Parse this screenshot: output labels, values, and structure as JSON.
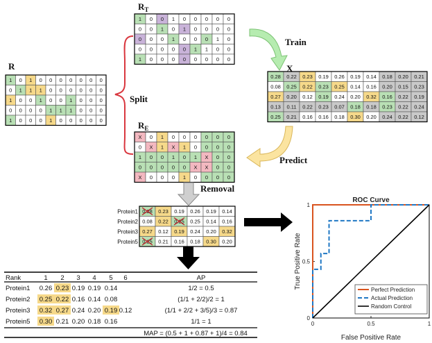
{
  "labels": {
    "r": "R",
    "rt": "R",
    "rt_sub": "T",
    "re": "R",
    "re_sub": "E",
    "x": "X",
    "split": "Split",
    "train": "Train",
    "predict": "Predict",
    "removal": "Removal"
  },
  "colors": {
    "green": "#b9e0b5",
    "purple": "#c9b3d9",
    "yellow": "#f6d98a",
    "pink": "#f3b8c0",
    "gray": "#c9c9c9",
    "red_brace": "#d9363e",
    "green_arrow": "#b6ecb0",
    "yellow_arrow": "#fbe4a0",
    "gray_arrow": "#cfcfcf",
    "roc_perfect": "#d9531e",
    "roc_actual": "#1f77c4",
    "roc_random": "#000000"
  },
  "matrix_r": {
    "rows": [
      [
        "1",
        "0",
        "1",
        "0",
        "0",
        "0",
        "0",
        "0",
        "0",
        "0"
      ],
      [
        "0",
        "1",
        "1",
        "1",
        "0",
        "0",
        "0",
        "0",
        "0",
        "0"
      ],
      [
        "1",
        "0",
        "0",
        "1",
        "0",
        "0",
        "1",
        "0",
        "0",
        "0"
      ],
      [
        "0",
        "0",
        "0",
        "0",
        "1",
        "1",
        "1",
        "0",
        "0",
        "0"
      ],
      [
        "1",
        "0",
        "0",
        "0",
        "1",
        "0",
        "0",
        "0",
        "0",
        "0"
      ]
    ],
    "colors": [
      [
        "g",
        "",
        "y",
        "",
        "",
        "",
        "",
        "",
        "",
        ""
      ],
      [
        "",
        "g",
        "y",
        "y",
        "",
        "",
        "",
        "",
        "",
        ""
      ],
      [
        "y",
        "",
        "",
        "g",
        "",
        "",
        "g",
        "",
        "",
        ""
      ],
      [
        "",
        "",
        "",
        "",
        "g",
        "g",
        "g",
        "",
        "",
        ""
      ],
      [
        "g",
        "",
        "",
        "",
        "y",
        "",
        "",
        "",
        "",
        ""
      ]
    ]
  },
  "matrix_rt": {
    "rows": [
      [
        "1",
        "0",
        "0",
        "1",
        "0",
        "0",
        "0",
        "0",
        "0"
      ],
      [
        "0",
        "0",
        "1",
        "0",
        "1",
        "0",
        "0",
        "0",
        "0"
      ],
      [
        "0",
        "0",
        "0",
        "1",
        "0",
        "0",
        "0",
        "1",
        "0"
      ],
      [
        "0",
        "0",
        "0",
        "0",
        "0",
        "1",
        "1",
        "0",
        "0"
      ],
      [
        "1",
        "0",
        "0",
        "0",
        "0",
        "0",
        "0",
        "0",
        "0"
      ]
    ],
    "colors": [
      [
        "g",
        "",
        "p",
        "",
        "",
        "",
        "",
        "",
        ""
      ],
      [
        "",
        "",
        "g",
        "",
        "p",
        "",
        "",
        "",
        ""
      ],
      [
        "p",
        "",
        "",
        "g",
        "",
        "",
        "g",
        "",
        ""
      ],
      [
        "",
        "",
        "",
        "",
        "p",
        "g",
        "",
        "",
        ""
      ],
      [
        "g",
        "",
        "",
        "",
        "p",
        "",
        "",
        "",
        ""
      ]
    ]
  },
  "matrix_re": {
    "rows": [
      [
        "X",
        "0",
        "1",
        "0",
        "0",
        "0",
        "0",
        "0",
        "0"
      ],
      [
        "0",
        "X",
        "1",
        "X",
        "1",
        "0",
        "0",
        "0",
        "0"
      ],
      [
        "1",
        "0",
        "0",
        "1",
        "0",
        "1",
        "X",
        "0",
        "0"
      ],
      [
        "0",
        "0",
        "0",
        "0",
        "0",
        "X",
        "X",
        "0",
        "0"
      ],
      [
        "X",
        "0",
        "0",
        "0",
        "1",
        "0",
        "0",
        "0",
        "0"
      ]
    ],
    "colors": [
      [
        "k",
        "",
        "y",
        "",
        "",
        "",
        "g",
        "g",
        "g"
      ],
      [
        "",
        "k",
        "y",
        "k",
        "y",
        "",
        "g",
        "g",
        "g"
      ],
      [
        "g",
        "g",
        "g",
        "g",
        "g",
        "g",
        "k",
        "g",
        "g"
      ],
      [
        "g",
        "g",
        "g",
        "g",
        "g",
        "k",
        "k",
        "g",
        "g"
      ],
      [
        "k",
        "",
        "",
        "",
        "y",
        "",
        "g",
        "g",
        "g"
      ]
    ]
  },
  "matrix_x": {
    "rows": [
      [
        "0.28",
        "0.22",
        "0.23",
        "0.19",
        "0.26",
        "0.19",
        "0.14",
        "0.18",
        "0.20",
        "0.21"
      ],
      [
        "0.08",
        "0.25",
        "0.22",
        "0.23",
        "0.25",
        "0.14",
        "0.16",
        "0.20",
        "0.15",
        "0.23"
      ],
      [
        "0.27",
        "0.20",
        "0.12",
        "0.19",
        "0.24",
        "0.20",
        "0.32",
        "0.16",
        "0.22",
        "0.19"
      ],
      [
        "0.13",
        "0.11",
        "0.22",
        "0.23",
        "0.07",
        "0.18",
        "0.18",
        "0.23",
        "0.22",
        "0.24"
      ],
      [
        "0.25",
        "0.21",
        "0.16",
        "0.16",
        "0.18",
        "0.30",
        "0.20",
        "0.24",
        "0.22",
        "0.12"
      ]
    ],
    "colors": [
      [
        "g",
        "d",
        "y",
        "",
        "",
        "",
        "",
        "d",
        "d",
        "d"
      ],
      [
        "",
        "g",
        "y",
        "g",
        "y",
        "",
        "",
        "d",
        "d",
        "d"
      ],
      [
        "y",
        "d",
        "",
        "g",
        "",
        "",
        "y",
        "g",
        "d",
        "d"
      ],
      [
        "d",
        "d",
        "d",
        "d",
        "d",
        "g",
        "d",
        "g",
        "d",
        "d"
      ],
      [
        "g",
        "d",
        "",
        "",
        "",
        "y",
        "",
        "d",
        "d",
        "d"
      ]
    ]
  },
  "removal_table": {
    "proteins": [
      "Protein1",
      "Protein2",
      "Protein3",
      "Protein5"
    ],
    "rows": [
      [
        "0.28",
        "0.23",
        "0.19",
        "0.26",
        "0.19",
        "0.14"
      ],
      [
        "0.08",
        "0.22",
        "0.25",
        "0.25",
        "0.14",
        "0.16"
      ],
      [
        "0.27",
        "0.12",
        "0.19",
        "0.24",
        "0.20",
        "0.32"
      ],
      [
        "0.25",
        "0.21",
        "0.16",
        "0.18",
        "0.30",
        "0.20"
      ]
    ],
    "colors": [
      [
        "g",
        "y",
        "",
        "",
        "",
        ""
      ],
      [
        "",
        "y",
        "g",
        "",
        "",
        ""
      ],
      [
        "y",
        "",
        "y",
        "",
        "",
        "y"
      ],
      [
        "g",
        "",
        "",
        "",
        "y",
        ""
      ]
    ],
    "struck": [
      [
        0,
        0
      ],
      [
        1,
        2
      ],
      [
        3,
        0
      ]
    ]
  },
  "rank_table": {
    "headers": [
      "Rank",
      "1",
      "2",
      "3",
      "4",
      "5",
      "6",
      "AP"
    ],
    "rows": [
      {
        "protein": "Protein1",
        "values": [
          "0.26",
          "0.23",
          "0.19",
          "0.19",
          "0.14",
          ""
        ],
        "hl": [
          1
        ],
        "ap": "1/2 = 0.5"
      },
      {
        "protein": "Protein2",
        "values": [
          "0.25",
          "0.22",
          "0.16",
          "0.14",
          "0.08",
          ""
        ],
        "hl": [
          0,
          1
        ],
        "ap": "(1/1 + 2/2)/2 = 1"
      },
      {
        "protein": "Protein3",
        "values": [
          "0.32",
          "0.27",
          "0.24",
          "0.20",
          "0.19",
          "0.12"
        ],
        "hl": [
          0,
          1,
          4
        ],
        "ap": "(1/1 + 2/2 + 3/5)/3 = 0.87"
      },
      {
        "protein": "Protein5",
        "values": [
          "0.30",
          "0.21",
          "0.20",
          "0.18",
          "0.16",
          ""
        ],
        "hl": [
          0
        ],
        "ap": "1/1 = 1"
      }
    ],
    "map": "MAP = (0.5 + 1 + 0.87 + 1)/4 = 0.84"
  },
  "roc": {
    "title": "ROC Curve",
    "xlabel": "False Positive Rate",
    "ylabel": "True Positive Rate",
    "xticks": [
      "0",
      "0.5",
      "1"
    ],
    "yticks": [
      "0",
      "0.5",
      "1"
    ],
    "legend": [
      "Perfect Prediction",
      "Actual Prediction",
      "Random Control"
    ]
  },
  "chart_data": {
    "type": "line",
    "title": "ROC Curve",
    "xlabel": "False Positive Rate",
    "ylabel": "True Positive Rate",
    "xlim": [
      0,
      1
    ],
    "ylim": [
      0,
      1
    ],
    "legend_position": "bottom-right",
    "series": [
      {
        "name": "Perfect Prediction",
        "x": [
          0,
          0,
          1
        ],
        "y": [
          0,
          1,
          1
        ]
      },
      {
        "name": "Actual Prediction",
        "x": [
          0,
          0,
          0.07,
          0.07,
          0.14,
          0.14,
          0.5,
          0.5,
          1
        ],
        "y": [
          0,
          0.43,
          0.43,
          0.57,
          0.57,
          0.86,
          0.86,
          1,
          1
        ]
      },
      {
        "name": "Random Control",
        "x": [
          0,
          1
        ],
        "y": [
          0,
          1
        ]
      }
    ]
  }
}
